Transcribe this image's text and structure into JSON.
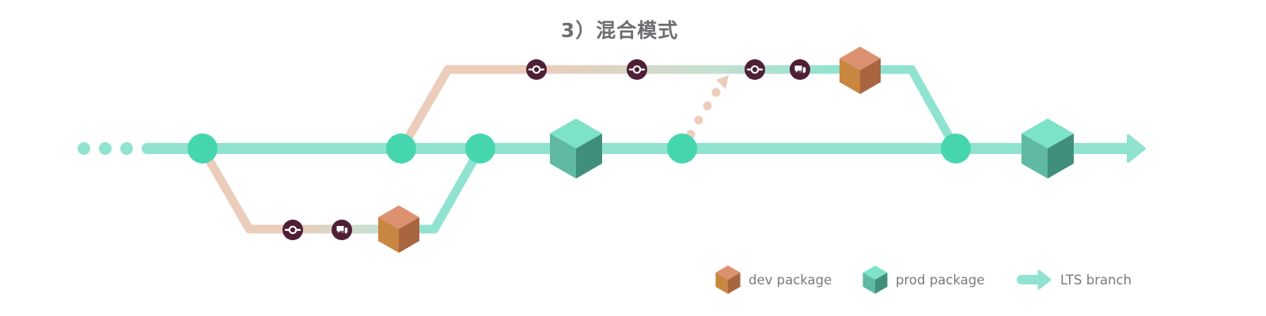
{
  "title": "3）混合模式",
  "legend": {
    "dev_label": "dev package",
    "prod_label": "prod package",
    "lts_label": "LTS branch"
  },
  "colors": {
    "lts_branch": "#8fe3d0",
    "node": "#45d6b0",
    "dev_branch": "#ecccbb",
    "commit_marker": "#4f1f36",
    "dev_cube_top": "#dc9270",
    "dev_cube_left": "#c98640",
    "dev_cube_right": "#a8653f",
    "prod_cube_top": "#7ce2c8",
    "prod_cube_left": "#5fb9a4",
    "prod_cube_right": "#408f7c",
    "title_text": "#6e6e72",
    "legend_text": "#7a7a7e"
  },
  "icons": {
    "commit": "commit-icon",
    "review": "comment-icon",
    "dev_package": "dev-package-cube-icon",
    "prod_package": "prod-package-cube-icon",
    "lts_arrow": "arrow-right-icon"
  }
}
